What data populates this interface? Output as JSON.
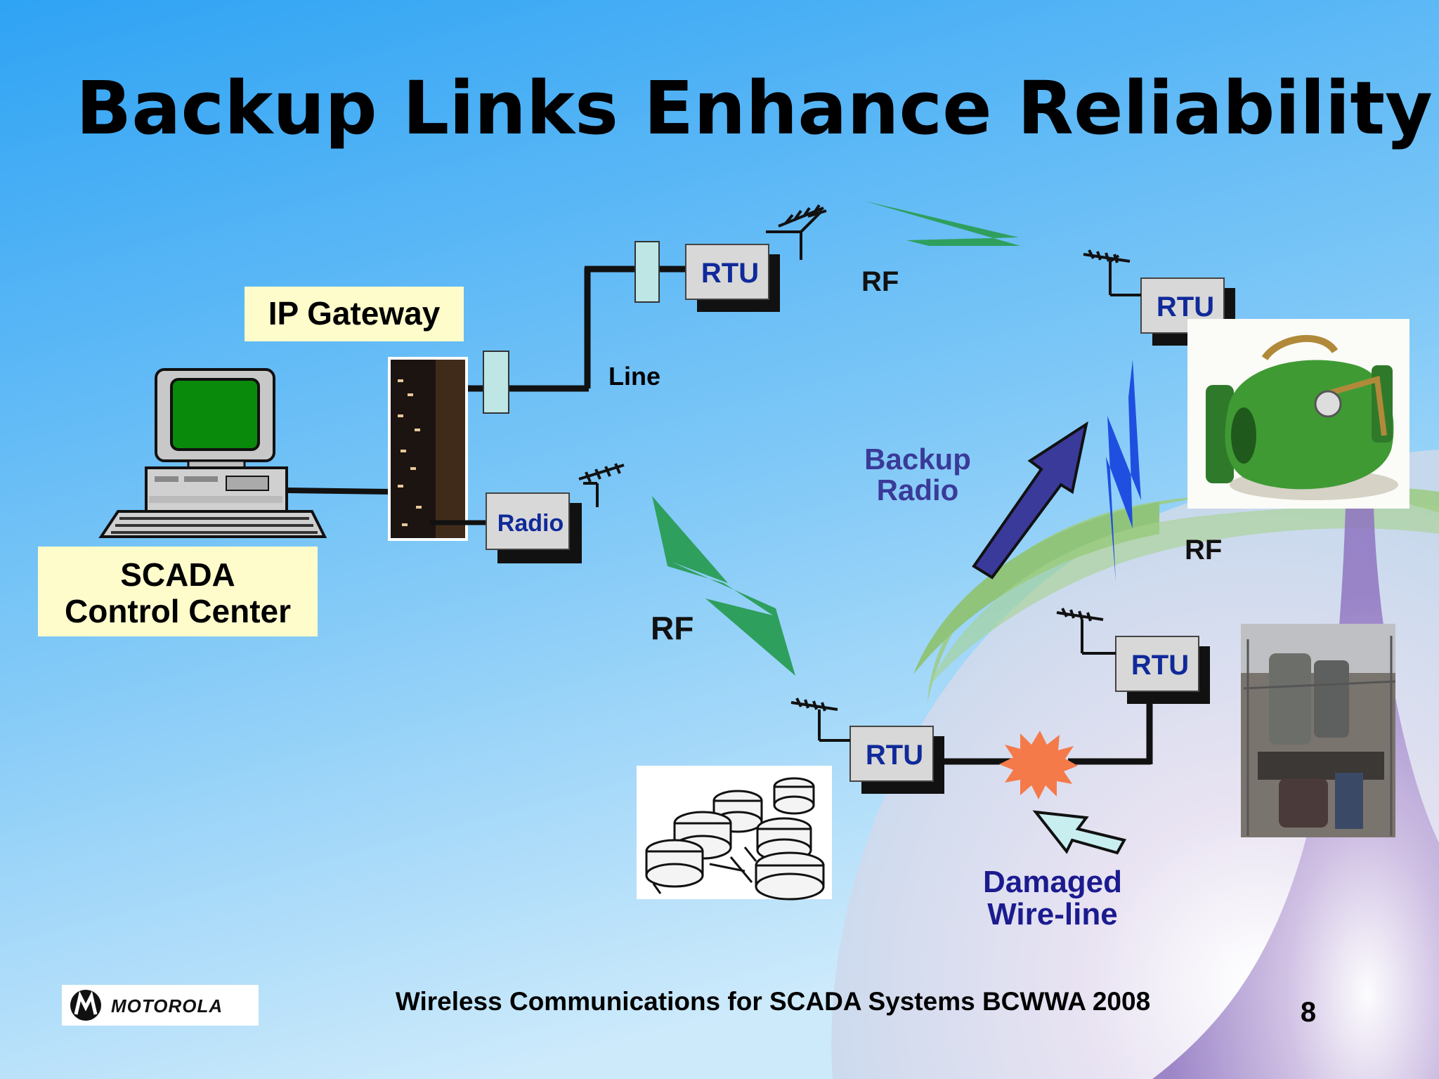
{
  "slide": {
    "title": "Backup Links Enhance Reliability",
    "footer": "Wireless Communications for SCADA Systems BCWWA 2008",
    "page_number": "8",
    "logo_text": "MOTOROLA"
  },
  "labels": {
    "ip_gateway": "IP Gateway",
    "scada_line1": "SCADA",
    "scada_line2": "Control Center",
    "line": "Line",
    "radio": "Radio",
    "rtu": "RTU",
    "rf": "RF",
    "backup_line1": "Backup",
    "backup_line2": "Radio",
    "damaged_line1": "Damaged",
    "damaged_line2": "Wire-line"
  },
  "colors": {
    "bg_top": "#3aaaf5",
    "bg_bottom": "#c8e8fb",
    "label_box": "#fffccc",
    "rtu_text": "#102a9a",
    "backup_text": "#3a3a98",
    "lightning_green": "#2f9f5e",
    "lightning_blue": "#1f4fe0",
    "arrow": "#3a3a9a",
    "starburst": "#f47a4a",
    "hill": "#9ed08a"
  }
}
